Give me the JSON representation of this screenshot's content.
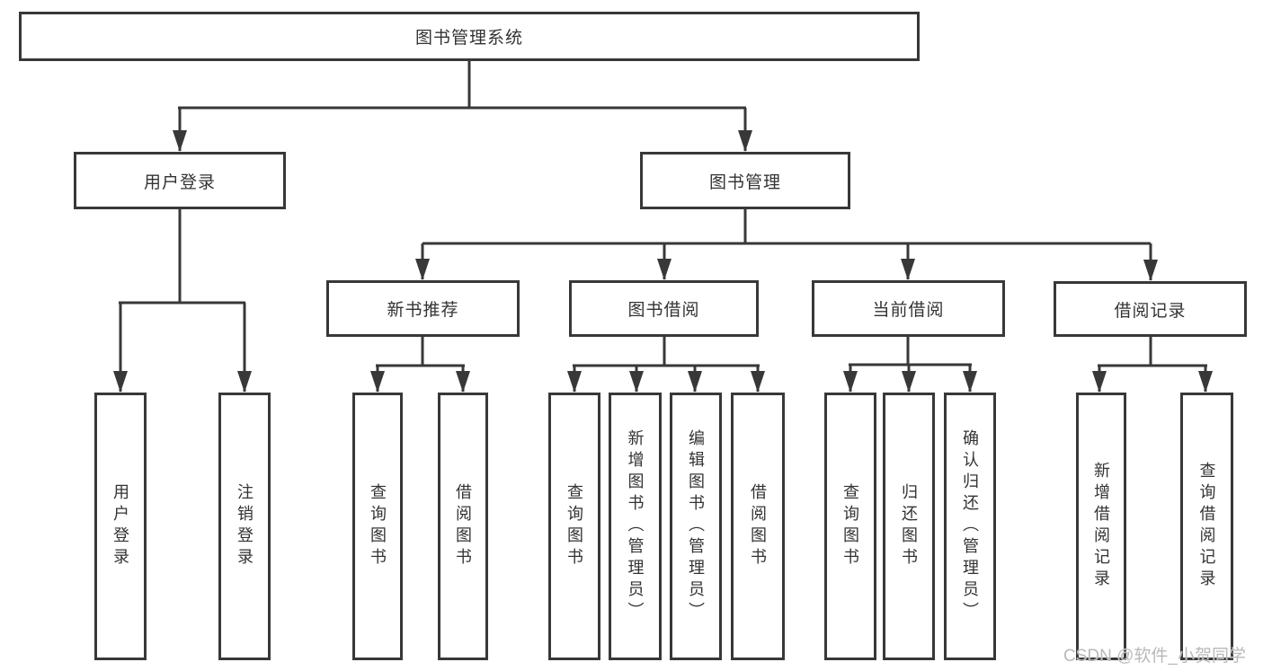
{
  "tree": {
    "root": {
      "label": "图书管理系统"
    },
    "user_login": {
      "label": "用户登录",
      "children": [
        {
          "label": "用户登录"
        },
        {
          "label": "注销登录"
        }
      ]
    },
    "book_mgmt": {
      "label": "图书管理",
      "sections": [
        {
          "label": "新书推荐",
          "children": [
            {
              "label": "查询图书"
            },
            {
              "label": "借阅图书"
            }
          ]
        },
        {
          "label": "图书借阅",
          "children": [
            {
              "label": "查询图书"
            },
            {
              "label": "新增图书（管理员）"
            },
            {
              "label": "编辑图书（管理员）"
            },
            {
              "label": "借阅图书"
            }
          ]
        },
        {
          "label": "当前借阅",
          "children": [
            {
              "label": "查询图书"
            },
            {
              "label": "归还图书"
            },
            {
              "label": "确认归还（管理员）"
            }
          ]
        },
        {
          "label": "借阅记录",
          "children": [
            {
              "label": "新增借阅记录"
            },
            {
              "label": "查询借阅记录"
            }
          ]
        }
      ]
    }
  },
  "watermark": {
    "text": "CSDN @软件_小贺同学"
  },
  "colors": {
    "line": "#383838",
    "box_border": "#383838",
    "text": "#333333",
    "background": "#ffffff",
    "watermark": "#b9b9b9"
  }
}
